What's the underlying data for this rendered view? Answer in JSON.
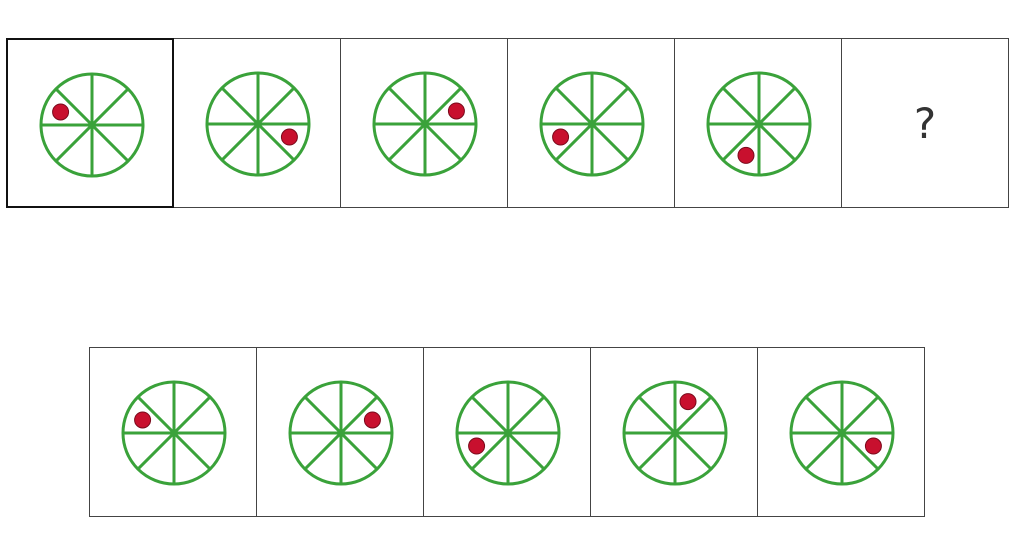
{
  "sequence": {
    "dot_sectors": [
      4,
      1,
      6,
      3,
      0
    ],
    "question_mark": "?"
  },
  "options": {
    "dot_sectors": [
      4,
      6,
      3,
      7,
      1
    ]
  },
  "colors": {
    "wheel_stroke": "#3aa23a",
    "dot_fill": "#c8102e",
    "dot_stroke": "#7a0a1c",
    "border": "#444444",
    "selected_border": "#111111"
  }
}
